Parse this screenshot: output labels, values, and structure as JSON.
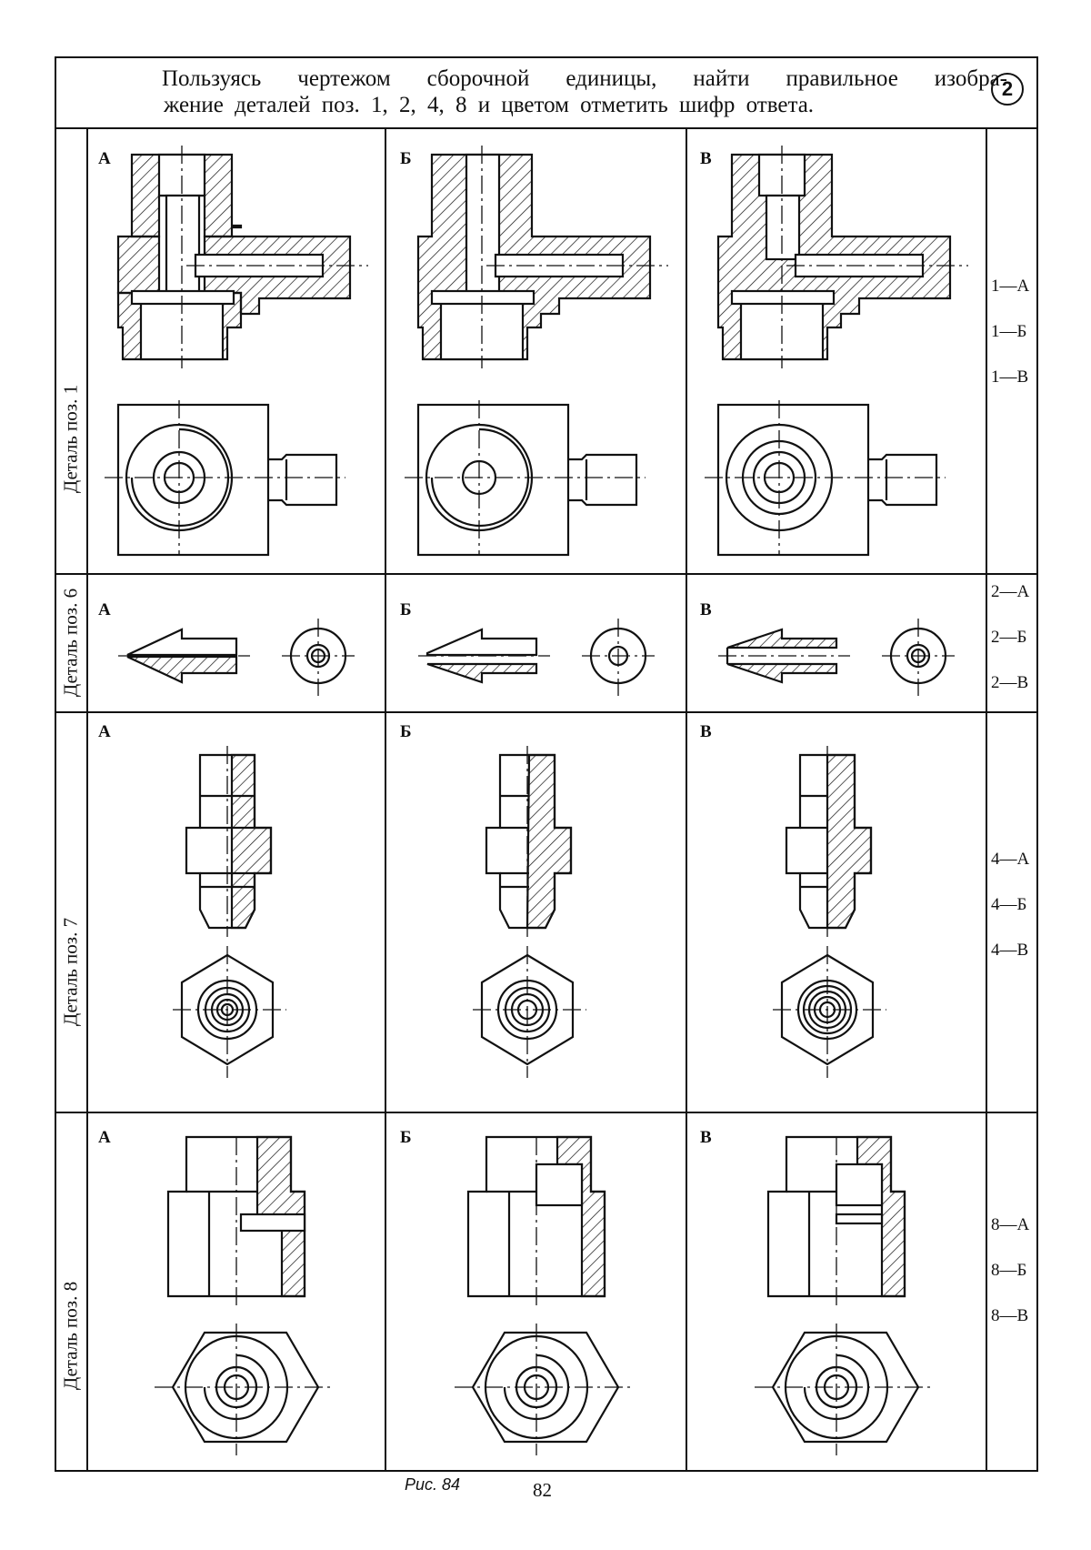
{
  "header": {
    "line1": "Пользуясь чертежом сборочной единицы, найти правильное изобра-",
    "line2": "жение деталей поз. 1, 2, 4, 8 и цветом отметить шифр ответа.",
    "badge": "2"
  },
  "rows": [
    {
      "label": "Деталь поз. 1",
      "cells": [
        "А",
        "Б",
        "В"
      ],
      "codes": [
        "1—А",
        "1—Б",
        "1—В"
      ]
    },
    {
      "label": "Деталь поз. 6",
      "cells": [
        "А",
        "Б",
        "В"
      ],
      "codes": [
        "2—А",
        "2—Б",
        "2—В"
      ]
    },
    {
      "label": "Деталь поз. 7",
      "cells": [
        "А",
        "Б",
        "В"
      ],
      "codes": [
        "4—А",
        "4—Б",
        "4—В"
      ]
    },
    {
      "label": "Деталь поз. 8",
      "cells": [
        "А",
        "Б",
        "В"
      ],
      "codes": [
        "8—А",
        "8—Б",
        "8—В"
      ]
    }
  ],
  "footer": {
    "figure": "Рис. 84",
    "page": "82"
  }
}
